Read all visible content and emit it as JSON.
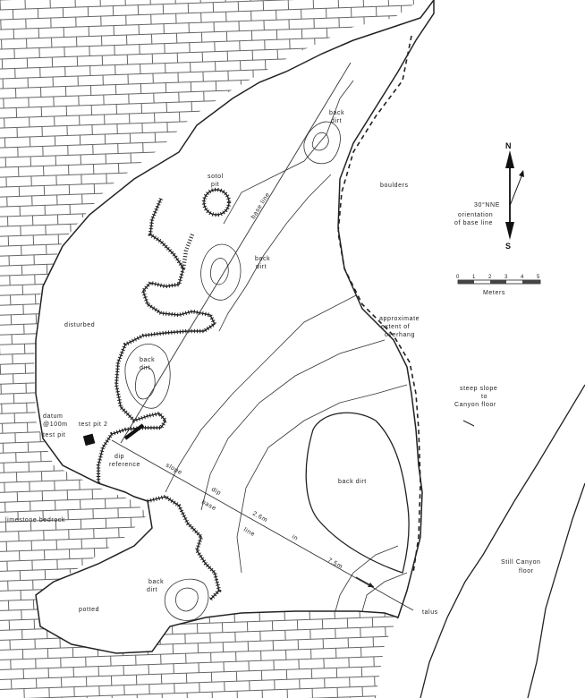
{
  "labels": {
    "back_dirt_top": [
      "back",
      "dirt"
    ],
    "sotol_pit": [
      "sotol",
      "pit"
    ],
    "base_line_upper": "base line",
    "boulders": "boulders",
    "back_dirt_mid": [
      "back",
      "dirt"
    ],
    "disturbed": "disturbed",
    "back_dirt_left": [
      "back",
      "dirt"
    ],
    "approx_overhang": [
      "approximate",
      "extent of",
      "overhang"
    ],
    "datum": [
      "datum",
      "@100m"
    ],
    "test_pit_2": "test pit 2",
    "test_pit": "test pit",
    "dip_reference": [
      "dip",
      "reference"
    ],
    "slope_dip_in": [
      "slope",
      "dip",
      "in"
    ],
    "base_line_lower": [
      "base",
      "line"
    ],
    "measure_26": "2.6m",
    "measure_75": "7.5m",
    "back_dirt_right": "back dirt",
    "steep_slope": [
      "steep slope",
      "to",
      "Canyon floor"
    ],
    "limestone_bedrock": "limestone bedrock",
    "back_dirt_bottom": [
      "back",
      "dirt"
    ],
    "potted": "potted",
    "talus": "talus",
    "still_canyon_floor": [
      "Still Canyon",
      "floor"
    ]
  },
  "north_arrow": {
    "north": "N",
    "south": "S",
    "bearing": "30°NNE",
    "caption": [
      "orientation",
      "of base line"
    ]
  },
  "scale_bar": {
    "ticks": [
      "0",
      "1",
      "2",
      "3",
      "4",
      "5"
    ],
    "unit": "Meters"
  }
}
